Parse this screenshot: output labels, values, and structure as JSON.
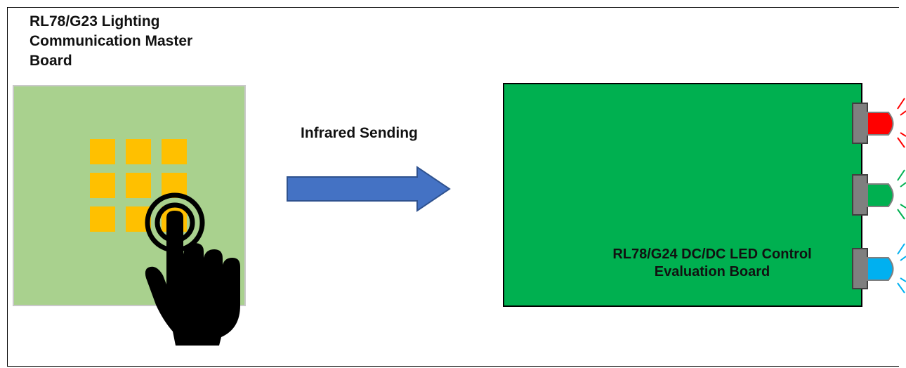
{
  "master_board": {
    "title_line1": "RL78/G23 Lighting",
    "title_line2": "Communication Master",
    "title_line3": "Board"
  },
  "transmission": {
    "label": "Infrared Sending"
  },
  "led_board": {
    "title_line1": "RL78/G24 DC/DC LED Control",
    "title_line2": "Evaluation Board"
  },
  "colors": {
    "master_board_fill": "#a9d18e",
    "keypad_key": "#ffc000",
    "arrow_fill": "#4472c4",
    "arrow_stroke": "#2f528f",
    "led_board_fill": "#00b050",
    "led_red": "#ff0000",
    "led_green": "#00b050",
    "led_blue": "#00b0f0",
    "led_socket": "#7f7f7f"
  },
  "icons": [
    "touch-hand-icon",
    "led-red-icon",
    "led-green-icon",
    "led-blue-icon"
  ]
}
